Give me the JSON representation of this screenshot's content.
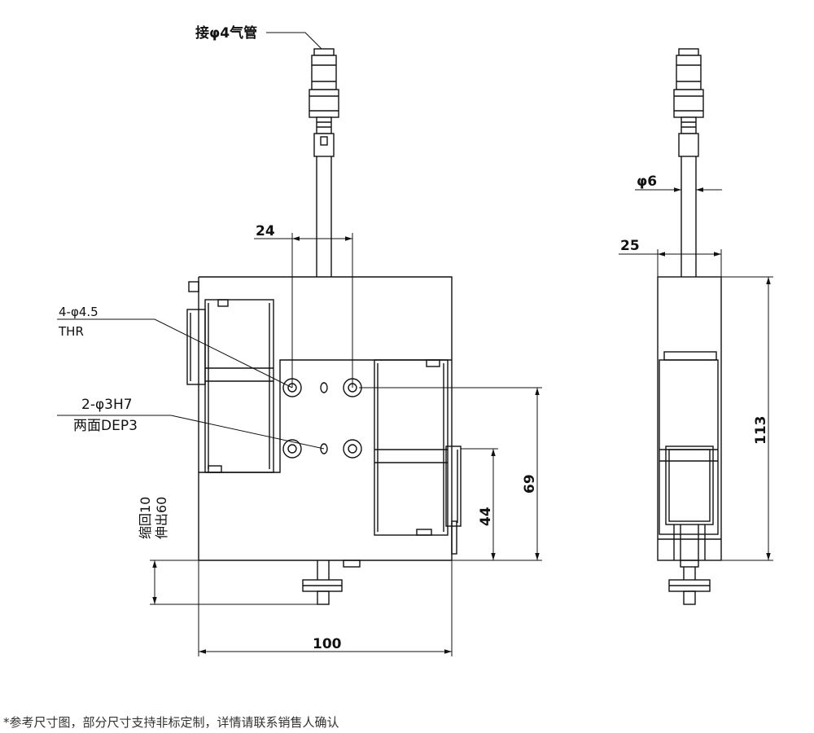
{
  "front_view": {
    "air_fitting_label": "接φ4气管",
    "dim_hole_spacing": "24",
    "hole_label_line1": "4-φ4.5",
    "hole_label_line2": "THR",
    "pin_label_line1": "2-φ3H7",
    "pin_label_line2": "两面DEP3",
    "stroke_label_retract": "缩回10",
    "stroke_label_extend": "伸出60",
    "dim_width": "100",
    "dim_height_44": "44",
    "dim_height_69": "69"
  },
  "side_view": {
    "dim_tube_dia": "φ6",
    "dim_width": "25",
    "dim_height": "113"
  },
  "footnote": "*参考尺寸图，部分尺寸支持非标定制，详情请联系销售人确认"
}
